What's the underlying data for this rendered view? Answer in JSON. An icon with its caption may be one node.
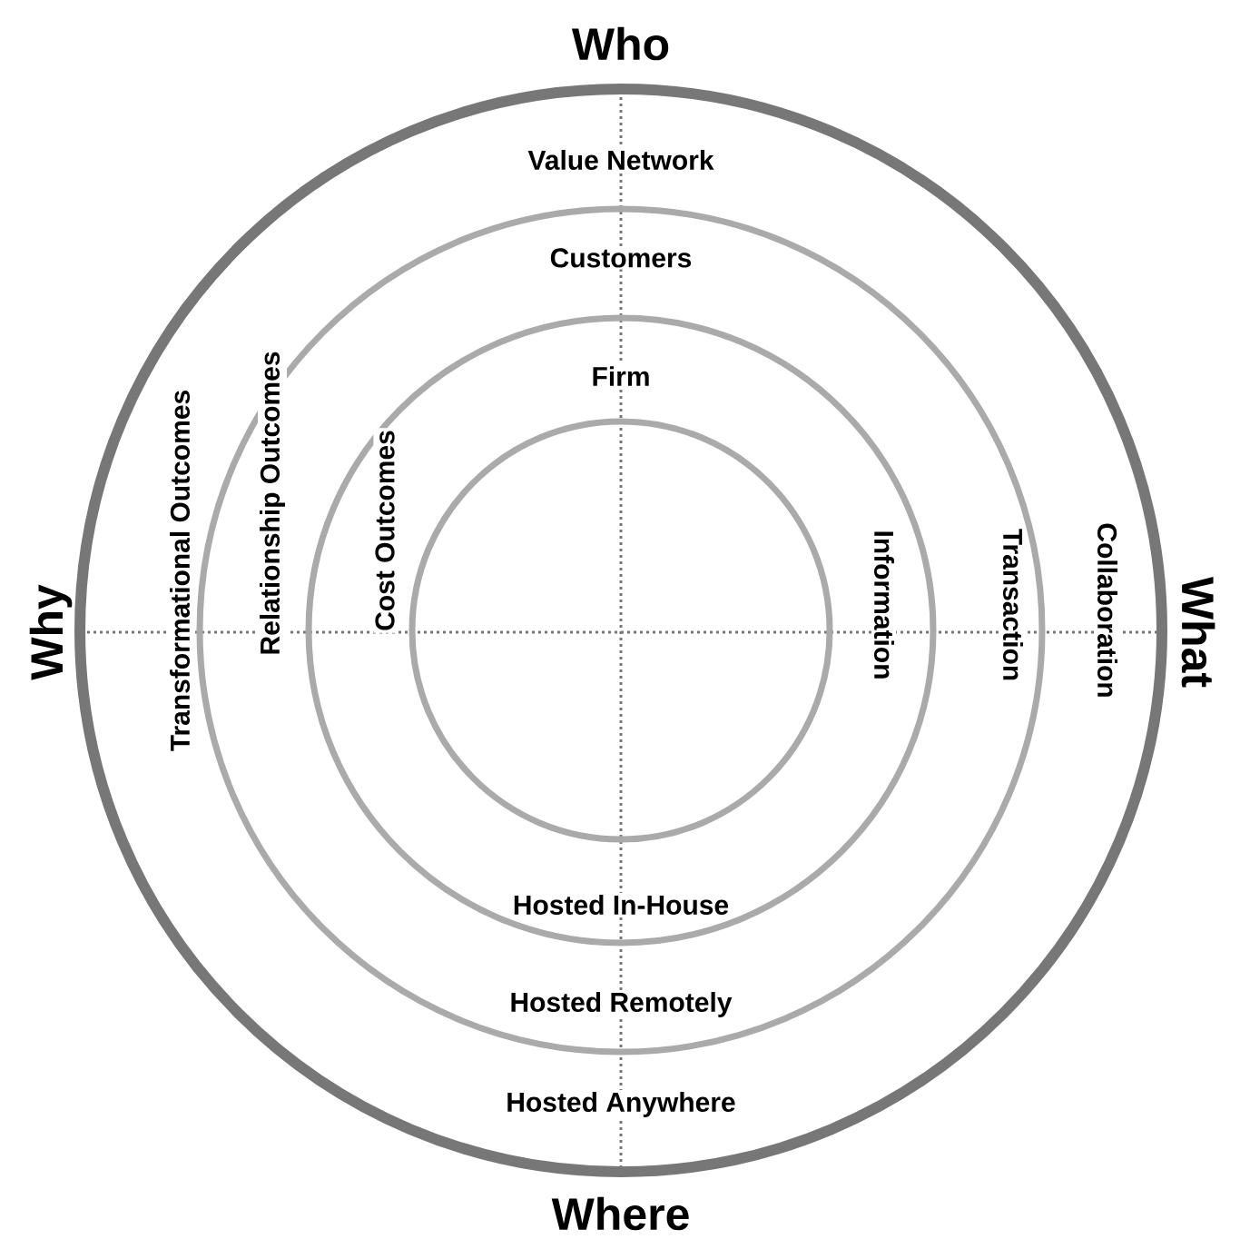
{
  "diagram": {
    "nodes": [
      {
        "text": [
          "Value Network",
          "Transformational Outcomes",
          "Collaboration",
          "Hosted Anywhere"
        ]
      },
      {
        "text": [
          "Customers",
          "Relationship Outcomes",
          "Transaction",
          "Hosted Remotely"
        ],
        "in": 0
      },
      {
        "text": [
          "Firm",
          "Cost Outcomes",
          "Information",
          "Hosted In-House"
        ],
        "in": 1
      },
      {
        "text": [],
        "shape": "circle",
        "in": 2
      }
    ],
    "labels": [
      "Who",
      "Why",
      "What",
      "Where"
    ]
  }
}
